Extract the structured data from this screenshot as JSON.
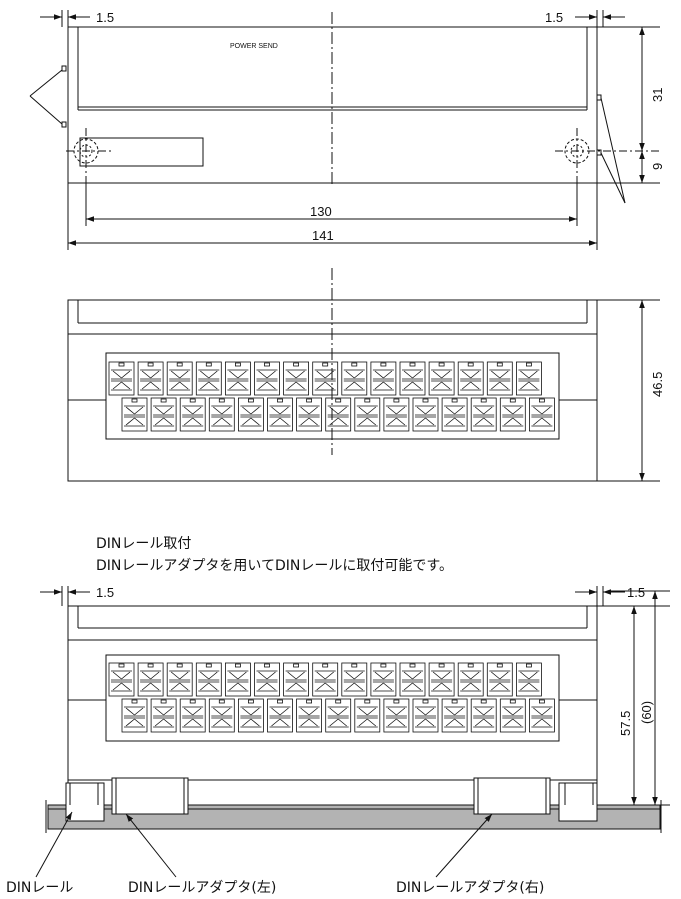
{
  "top_view": {
    "indicator_label": "POWER  SEND",
    "dim_margin_left": "1.5",
    "dim_margin_right": "1.5",
    "dim_hole_pitch": "130",
    "dim_width": "141",
    "dim_height_upper": "31",
    "dim_height_lower": "9"
  },
  "front_view": {
    "dim_height": "46.5"
  },
  "din_note": {
    "line1": "DINレール取付",
    "line2": "DINレールアダプタを用いてDINレールに取付可能です。"
  },
  "din_view": {
    "dim_margin_left": "1.5",
    "dim_margin_right": "1.5",
    "dim_height": "57.5",
    "dim_height_total": "(60)",
    "callout_rail": "DINレール",
    "callout_adapter_left": "DINレールアダプタ(左)",
    "callout_adapter_right": "DINレールアダプタ(右)"
  },
  "terminal_block": {
    "upper_row_count": 15,
    "lower_row_count": 15
  },
  "colors": {
    "line": "#111111",
    "rail_fill": "#b3b3b3"
  }
}
